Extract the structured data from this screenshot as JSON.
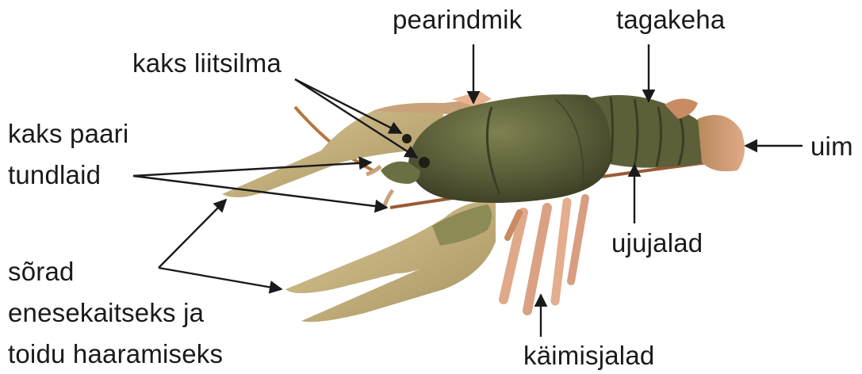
{
  "labels": {
    "head_thorax": "pearindmik",
    "abdomen": "tagakeha",
    "compound_eyes": "kaks liitsilma",
    "antennae_line1": "kaks paari",
    "antennae_line2": "tundlaid",
    "tail_fan": "uim",
    "swimmerets": "ujujalad",
    "claws_line1": "sõrad",
    "claws_line2": "enesekaitseks ja",
    "claws_line3": "toidu haaramiseks",
    "walking_legs": "käimisjalad"
  },
  "colors": {
    "text": "#1a1a1a",
    "arrow": "#1a1a1a",
    "background": "#ffffff",
    "shell_dark": "#4c5030",
    "shell_mid": "#6f7247",
    "claw": "#c2ae7a",
    "leg": "#e0a98a",
    "tail": "#c98b63"
  }
}
